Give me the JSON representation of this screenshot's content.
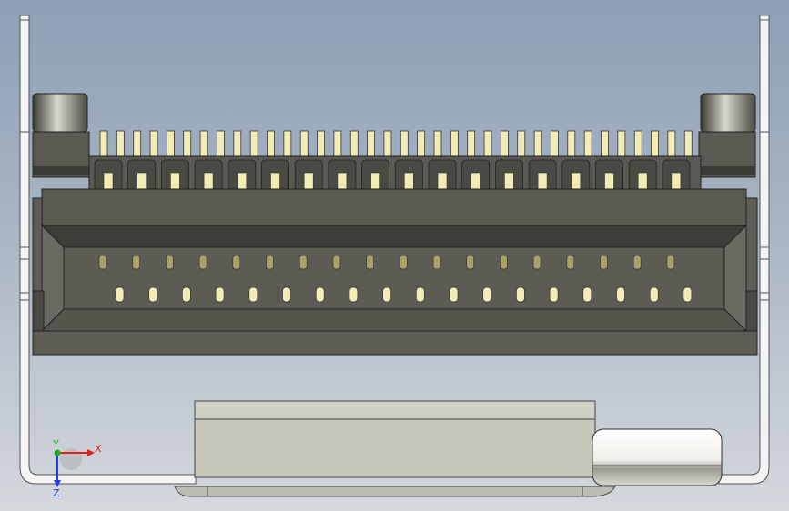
{
  "viewport": {
    "background_top": "#8c9fb5",
    "background_bottom": "#d5d8dd"
  },
  "model": {
    "housing_color": "#5a5a52",
    "housing_shadow_color": "#3c3c36",
    "pin_color": "#f2edb6",
    "contact_color": "#a8a26a",
    "bracket_color": "#f4f4f4",
    "latch_color": "#c9cabd"
  },
  "triad": {
    "x_label": "X",
    "y_label": "Y",
    "z_label": "Z",
    "x_color": "#e02020",
    "y_color": "#20b020",
    "z_color": "#2040e0"
  }
}
